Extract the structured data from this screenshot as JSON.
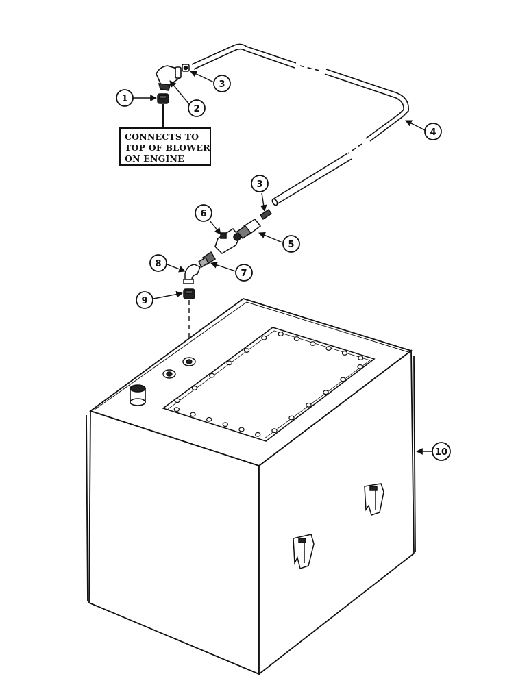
{
  "note": {
    "line1": "CONNECTS TO",
    "line2": "TOP OF BLOWER",
    "line3": "ON ENGINE"
  },
  "callouts": [
    "1",
    "2",
    "3",
    "4",
    "3",
    "5",
    "6",
    "7",
    "8",
    "9",
    "10"
  ],
  "colors": {
    "ink": "#111111",
    "paper": "#ffffff"
  }
}
